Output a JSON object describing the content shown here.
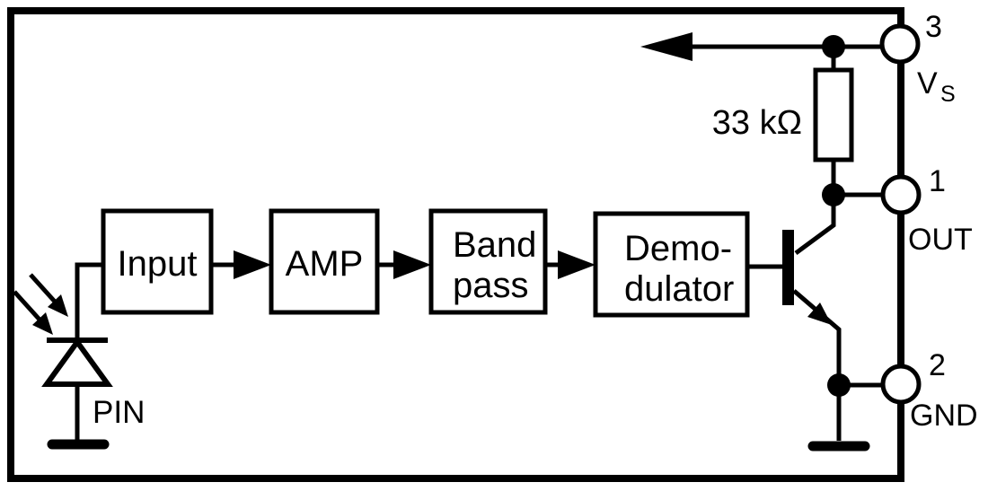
{
  "colors": {
    "line": "#000000",
    "background": "#ffffff"
  },
  "blocks": {
    "input": {
      "label": "Input"
    },
    "amp": {
      "label": "AMP"
    },
    "band_pass": {
      "line1": "Band",
      "line2": "pass"
    },
    "demodulator": {
      "line1": "Demo-",
      "line2": "dulator"
    }
  },
  "components": {
    "resistor_value": "33 kΩ",
    "photodiode_label": "PIN"
  },
  "pins": {
    "vs": {
      "number": "3",
      "name": "V",
      "name_subscript": "S"
    },
    "out": {
      "number": "1",
      "name": "OUT"
    },
    "gnd": {
      "number": "2",
      "name": "GND"
    }
  }
}
